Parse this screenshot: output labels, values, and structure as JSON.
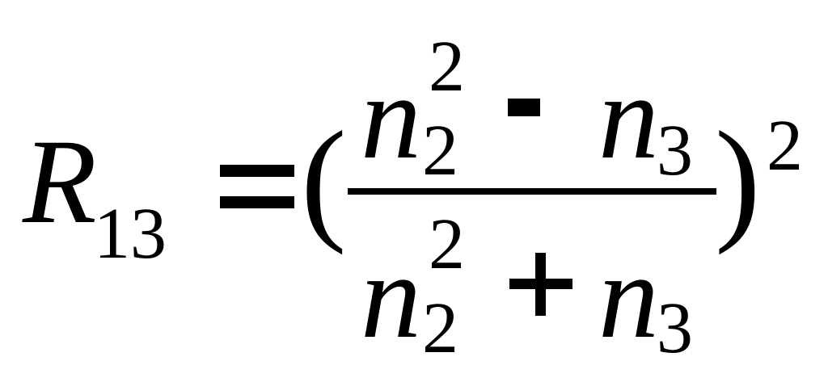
{
  "formula": {
    "lhs": {
      "symbol": "R",
      "subscript": "13"
    },
    "equals": "=",
    "open_paren": "(",
    "close_paren": ")",
    "outer_exponent": "2",
    "numerator": {
      "term1": {
        "base": "n",
        "superscript": "2",
        "subscript": "2"
      },
      "operator": "-",
      "term2": {
        "base": "n",
        "subscript": "3"
      }
    },
    "denominator": {
      "term1": {
        "base": "n",
        "superscript": "2",
        "subscript": "2"
      },
      "operator": "+",
      "term2": {
        "base": "n",
        "subscript": "3"
      }
    }
  }
}
